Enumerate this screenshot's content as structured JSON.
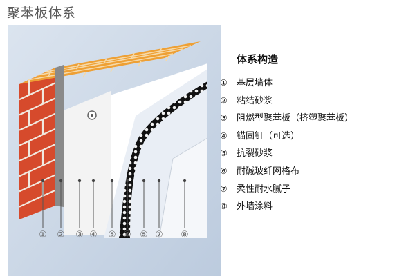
{
  "title": "聚苯板体系",
  "legend": {
    "heading": "体系构造",
    "items": [
      {
        "num": "①",
        "label": "基层墙体"
      },
      {
        "num": "②",
        "label": "粘结砂浆"
      },
      {
        "num": "③",
        "label": "阻燃型聚苯板（挤塑聚苯板）"
      },
      {
        "num": "④",
        "label": "锚固钉（可选）"
      },
      {
        "num": "⑤",
        "label": "抗裂砂浆"
      },
      {
        "num": "⑥",
        "label": "耐碱玻纤网格布"
      },
      {
        "num": "⑦",
        "label": "柔性耐水腻子"
      },
      {
        "num": "⑧",
        "label": "外墙涂料"
      }
    ]
  },
  "callouts": [
    "①",
    "②",
    "③",
    "④",
    "⑤",
    "⑥",
    "⑤",
    "⑦",
    "⑧"
  ],
  "colors": {
    "brick": "#d8452a",
    "brick_top": "#f0a030",
    "mortar": "#efe9e2",
    "panel_bg": "#cdd9e8",
    "board": "#f7f7f7",
    "mesh": "#222222",
    "leader": "#555555"
  }
}
